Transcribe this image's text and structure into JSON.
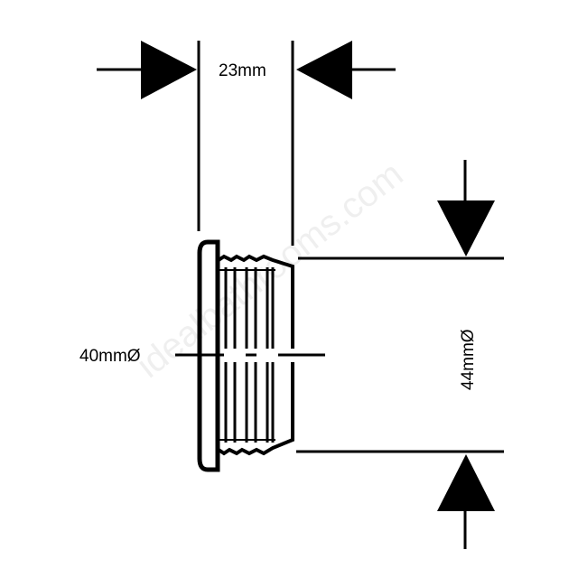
{
  "dimensions": {
    "length_label": "23mm",
    "inner_diameter_label": "40mmØ",
    "outer_diameter_label": "44mmØ"
  },
  "watermark": "idealbathrooms.com"
}
